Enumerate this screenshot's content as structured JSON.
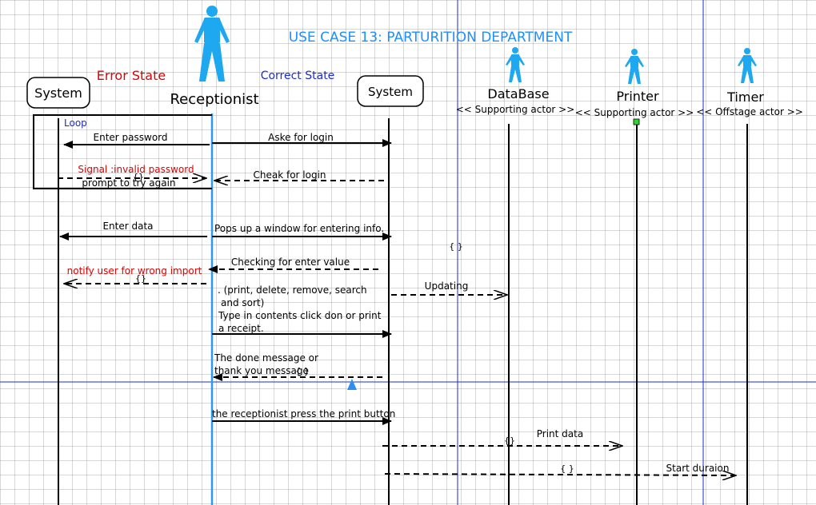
{
  "title": "USE CASE 13: PARTURITION DEPARTMENT",
  "colors": {
    "title": "#1e8fff",
    "actor": "#1ea8ef",
    "error": "#e00000",
    "correct": "#1a2bd6",
    "loop": "#1a2bd6"
  },
  "states": {
    "error": "Error State",
    "correct": "Correct State"
  },
  "participants": {
    "system_left": "System",
    "receptionist": "Receptionist",
    "system_right": "System",
    "database": {
      "name": "DataBase",
      "stereotype": "<< Supporting actor >>"
    },
    "printer": {
      "name": "Printer",
      "stereotype": "<< Supporting actor >>"
    },
    "timer": {
      "name": "Timer",
      "stereotype": "<< Offstage actor >>"
    }
  },
  "loop_label": "Loop",
  "messages": {
    "enter_password": "Enter password",
    "aske_for_login": "Aske for login",
    "signal_invalid": "Signal :invalid password",
    "prompt_try_again": "prompt to try again",
    "cheak_for_login": "Cheak for login",
    "enter_data": "Enter data",
    "pops_up_window": "Pops up a window for entering info.",
    "checking_value": "Checking for enter value",
    "notify_wrong_import": "notify user for wrong import",
    "updating": "Updating",
    "options_line1": ". (print, delete, remove, search",
    "options_line2": "and sort)",
    "type_in_line1": "Type in contents click don or print",
    "type_in_line2": "a receipt.",
    "done_line1": "The done message or",
    "done_line2": "thank you message",
    "press_print": "the receptionist press the print button",
    "print_data": "Print data",
    "start_duration": "Start duraion"
  },
  "braces": {
    "b1": "{}",
    "b2": "{ }",
    "b3": "{}",
    "b4": "{ }",
    "b5": "{}",
    "b6": "{ }",
    "b7": "{}"
  }
}
